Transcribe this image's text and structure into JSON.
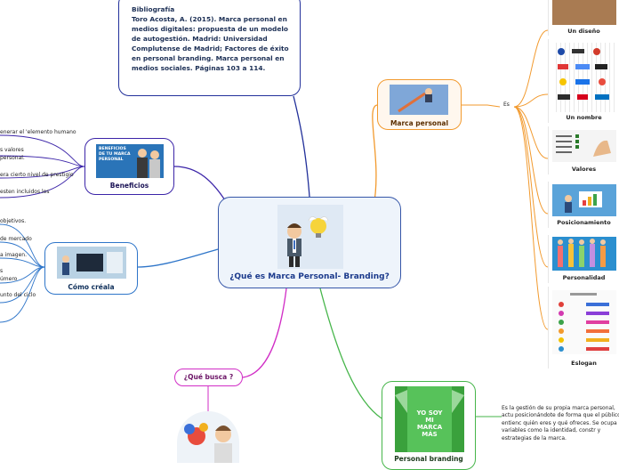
{
  "central": {
    "title": "¿Qué es Marca Personal- Branding?"
  },
  "bibliography": {
    "heading": "Bibliografía",
    "text": "Toro Acosta, A. (2015). Marca personal en medios digitales: propuesta de un modelo de autogestión. Madrid: Universidad Complutense de Madrid; Factores de éxito en personal branding. Marca personal en medios sociales. Páginas 103 a 114."
  },
  "marca_personal": {
    "label": "Marca personal",
    "connector": "Es",
    "items": [
      {
        "label": "Un diseño"
      },
      {
        "label": "Un nombre"
      },
      {
        "label": "Valores"
      },
      {
        "label": "Posicionamiento"
      },
      {
        "label": "Personalidad"
      },
      {
        "label": "Eslogan"
      }
    ]
  },
  "beneficios": {
    "label": "Beneficios",
    "image_text": "BENEFICIOS DE TU MARCA PERSONAL",
    "leaves": [
      "enerar el 'elemento humano",
      "s valores",
      "personal.",
      "era cierto nivel de prestigio",
      "esten incluidos los"
    ]
  },
  "como_crearla": {
    "label": "Cómo créala",
    "leaves": [
      "objetivos.",
      "de mercado",
      "a imagen.",
      "s",
      "úmero",
      "unto del ciclo"
    ]
  },
  "que_busca": {
    "label": "¿Qué busca ?"
  },
  "personal_branding": {
    "label": "Personal branding",
    "shirt_text": "YO SOY MI MARCA MÁS",
    "description": "Es la gestión de su propia marca personal, actu posicionándote de forma que el público entienc quién eres y qué ofreces. Se ocupa de variables como la identidad, constr y estrategias de la marca."
  },
  "colors": {
    "central_border": "#3556a8",
    "marca_personal": "#f29a2e",
    "beneficios": "#3b24a8",
    "como_crearla": "#2e75c9",
    "que_busca": "#d12ec6",
    "personal_branding": "#46b54a"
  }
}
